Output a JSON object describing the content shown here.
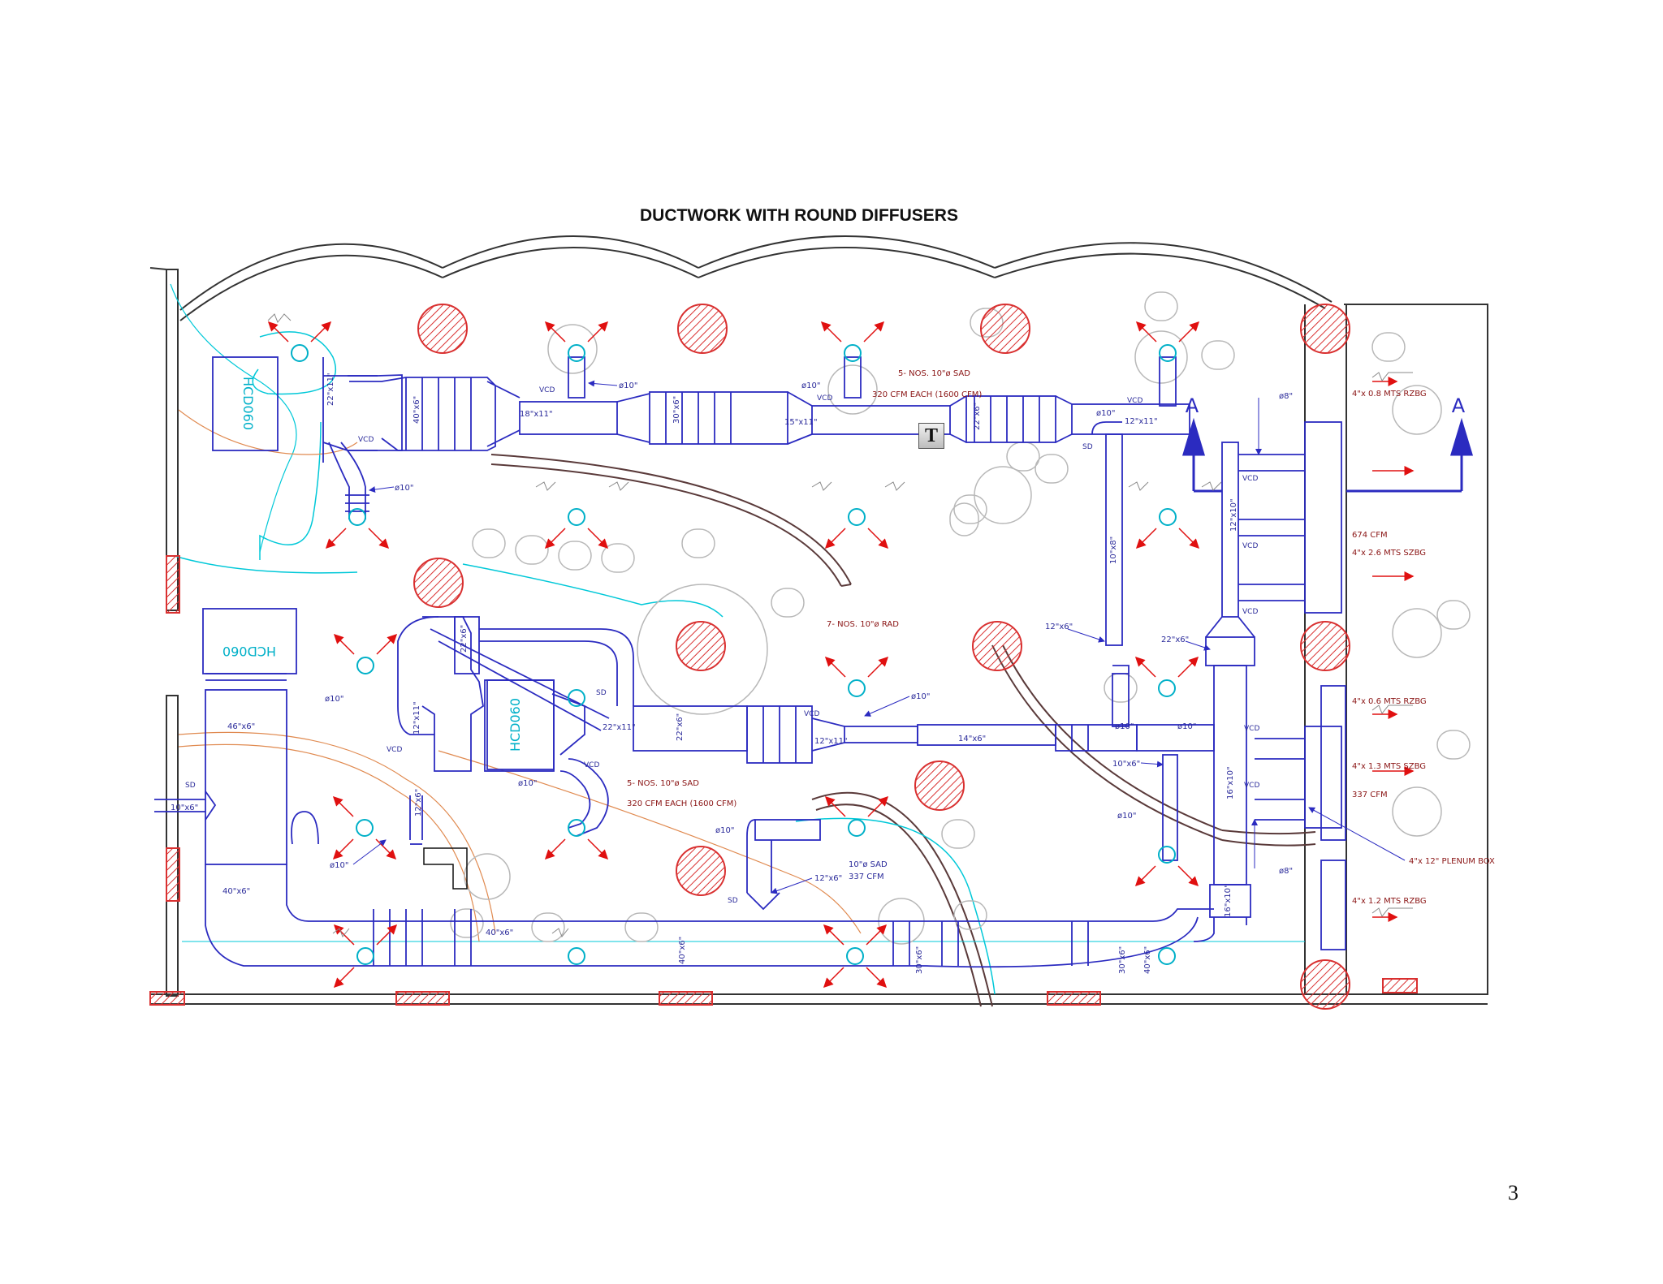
{
  "title": "DUCTWORK WITH ROUND DIFFUSERS",
  "page_number": "3",
  "tool_icon_glyph": "T",
  "colors": {
    "duct": "#2b2bc0",
    "arrow": "#e01010",
    "column": "#d93030",
    "wall": "#5a3a3a",
    "cyan": "#00c8d8",
    "orange": "#e08a50",
    "furniture": "#b8b8b8"
  },
  "labels": {
    "unit_tl": "HCD060",
    "unit_ml": "HCD060",
    "unit_mc": "HCD060",
    "d_22x11_a": "22\"x11\"",
    "d_40x6_a": "40\"x6\"",
    "d_18x11": "18\"x11\"",
    "d_30x6_a": "30\"x6\"",
    "d_15x11": "15\"x11\"",
    "d_22x6_a": "22\"x6\"",
    "d_12x11_a": "12\"x11\"",
    "phi10_a": "ø10\"",
    "phi10_b": "ø10\"",
    "phi10_c": "ø10\"",
    "phi10_d": "ø10\"",
    "vcd_a": "VCD",
    "vcd_b": "VCD",
    "vcd_c": "VCD",
    "vcd_d": "VCD",
    "sd_a": "SD",
    "note_sad_top_1": "5- NOS. 10\"ø SAD",
    "note_sad_top_2": "320 CFM EACH (1600 CFM)",
    "note_rad": "7- NOS. 10\"ø RAD",
    "phi8_a": "ø8\"",
    "section_a_left": "A",
    "section_a_right": "A",
    "rz_08": "4\"x 0.8 MTS RZBG",
    "cfm_674": "674 CFM",
    "sz_26": "4\"x 2.6 MTS SZBG",
    "rz_06": "4\"x 0.6 MTS RZBG",
    "sz_13": "4\"x 1.3 MTS SZBG",
    "cfm_337_r": "337 CFM",
    "plenum": "4\"x 12\"  PLENUM BOX",
    "rz_12": "4\"x 1.2 MTS RZBG",
    "phi8_b": "ø8\"",
    "d_12x10_a": "12\"x10\"",
    "d_10x8": "10\"x8\"",
    "d_12x6_a": "12\"x6\"",
    "d_22x6_b": "22\"x6\"",
    "d_16x10_a": "16\"x10\"",
    "d_16x10_b": "16\"x10\"",
    "d_10x6_a": "10\"x6\"",
    "phi10_e": "ø10\"",
    "phi10_f": "ø10\"",
    "phi10_g": "ø10\"",
    "phi10_h": "ø10\"",
    "d_46x6": "46\"x6\"",
    "sd_b": "SD",
    "d_10x6_b": "10\"x6\"",
    "d_40x6_b": "40\"x6\"",
    "d_22x6_c": "22\"x6\"",
    "d_12x11_b": "12\"x11\"",
    "d_22x11_b": "22\"x11\"",
    "d_22x6_d": "22\"x6\"",
    "d_12x11_c": "12\"x11\"",
    "d_14x6": "14\"x6\"",
    "d_12x6_b": "12\"x6\"",
    "vcd_e": "VCD",
    "vcd_f": "VCD",
    "vcd_g": "VCD",
    "sd_c": "SD",
    "note_sad_bot_1": "5- NOS. 10\"ø SAD",
    "note_sad_bot_2": "320 CFM EACH (1600 CFM)",
    "phi10_i": "ø10\"",
    "phi10_j": "ø10\"",
    "phi10_k": "ø10\"",
    "sad_10": "10\"ø SAD",
    "cfm_337_m": "337 CFM",
    "d_12x6_c": "12\"x6\"",
    "sd_d": "SD",
    "d_40x6_c": "40\"x6\"",
    "d_40x6_d": "40\"x6\"",
    "d_30x6_b": "30\"x6\"",
    "d_30x6_c": "30\"x6\"",
    "d_40x6_e": "40\"x6\"",
    "phi10_l": "ø10\"",
    "vcd_h": "VCD",
    "vcd_i": "VCD",
    "vcd_j": "VCD",
    "vcd_k": "VCD",
    "vcd_l": "VCD"
  }
}
